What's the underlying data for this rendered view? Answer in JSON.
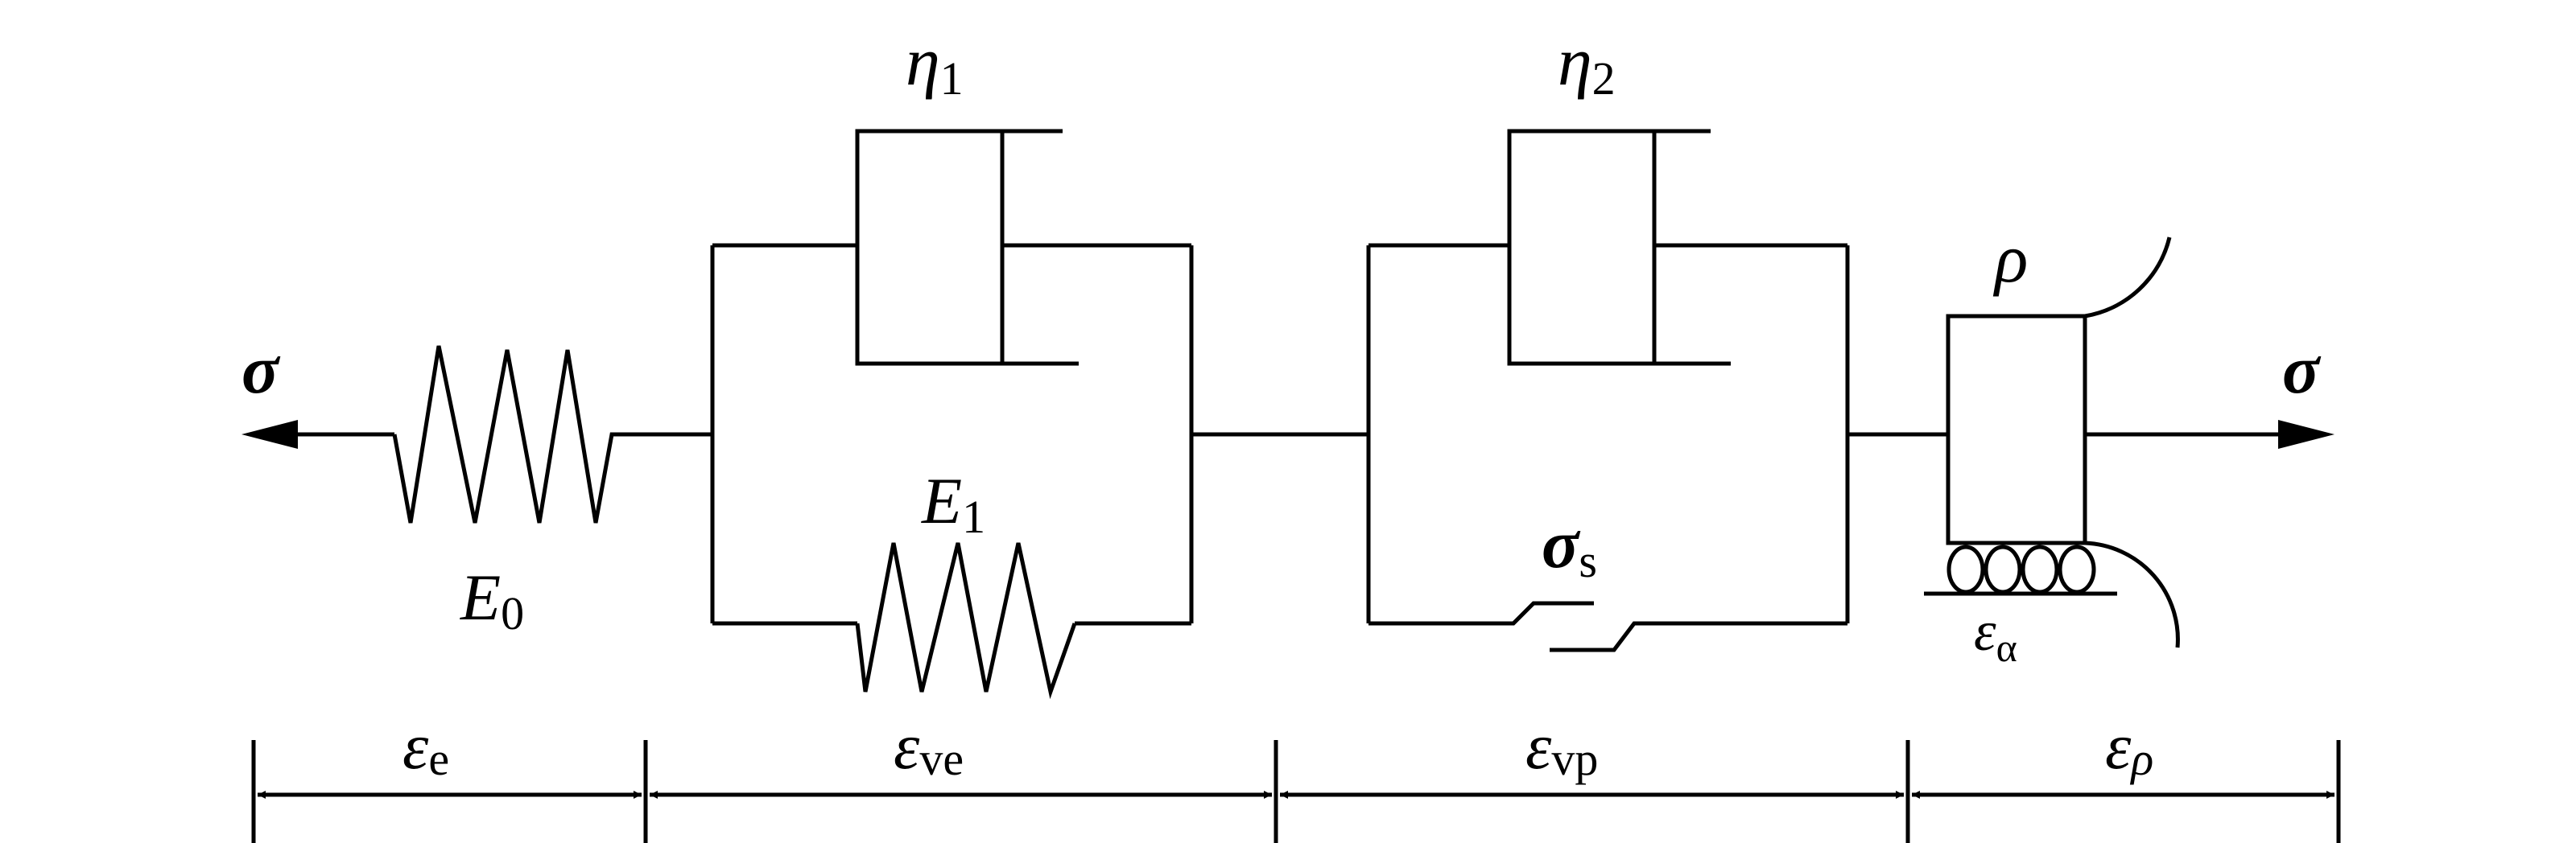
{
  "labels": {
    "sigma_left": "σ",
    "sigma_right": "σ",
    "E0": {
      "main": "E",
      "sub": "0"
    },
    "E1": {
      "main": "E",
      "sub": "1"
    },
    "eta1": {
      "main": "η",
      "sub": "1"
    },
    "eta2": {
      "main": "η",
      "sub": "2"
    },
    "sigma_s": {
      "main": "σ",
      "sub": "s"
    },
    "rho": "ρ",
    "eps_alpha": {
      "main": "ε",
      "sub": "α"
    }
  },
  "strain_labels": {
    "e": {
      "main": "ε",
      "sub": "e"
    },
    "ve": {
      "main": "ε",
      "sub": "ve"
    },
    "vp": {
      "main": "ε",
      "sub": "vp"
    },
    "rho": {
      "main": "ε",
      "sub": "ρ"
    }
  },
  "colors": {
    "line": "#000000",
    "background": "#ffffff"
  }
}
